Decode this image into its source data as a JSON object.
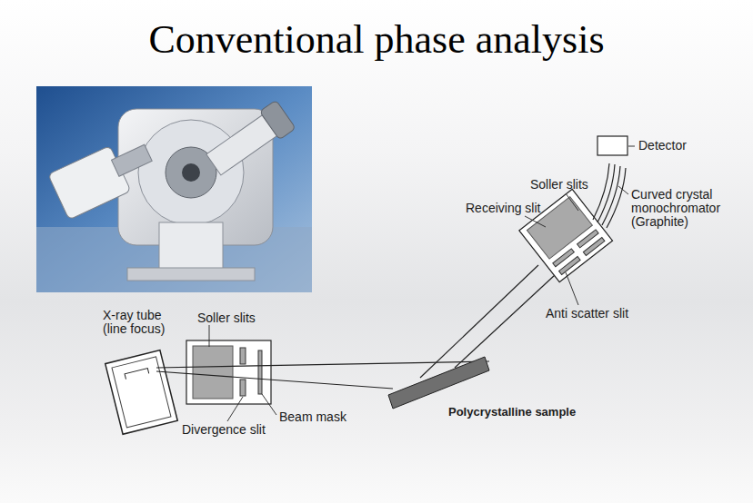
{
  "diagram": {
    "title": "Conventional phase analysis",
    "labels": [
      "Detector",
      "Soller slits",
      "Curved crystal monochromator (Graphite)",
      "Receiving slit",
      "Anti scatter slit",
      "X-ray tube (line focus)",
      "Soller slits",
      "Divergence slit",
      "Beam mask",
      "Polycrystalline sample"
    ]
  }
}
